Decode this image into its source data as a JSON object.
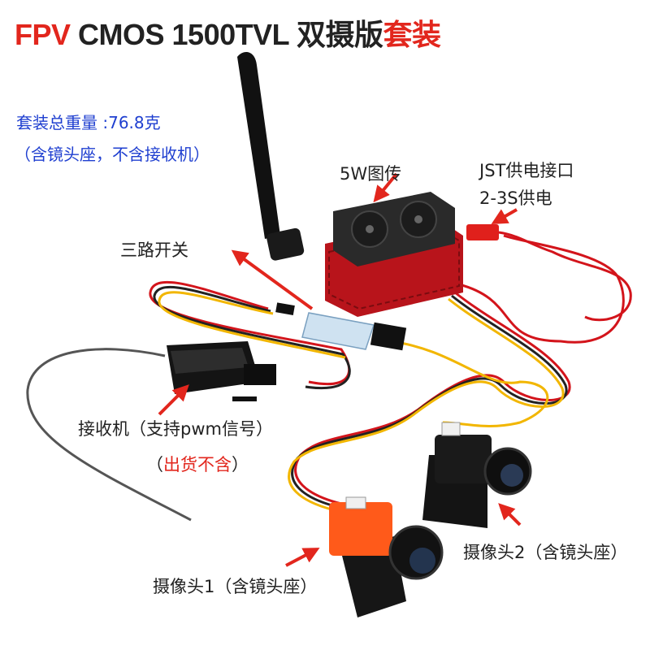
{
  "title": {
    "fpv": "FPV",
    "model": "CMOS 1500TVL 双摄版",
    "suffix": "套装"
  },
  "weight": {
    "line1": "套装总重量 :76.8克",
    "line2": "（含镜头座，不含接收机）"
  },
  "labels": {
    "vtx": "5W图传",
    "jst_line1": "JST供电接口",
    "jst_line2": "2-3S供电",
    "switch": "三路开关",
    "receiver": "接收机（支持pwm信号）",
    "not_included_open": "（",
    "not_included": "出货不含",
    "not_included_close": "）",
    "camera2": "摄像头2（含镜头座）",
    "camera1": "摄像头1（含镜头座）"
  },
  "colors": {
    "accent_red": "#e2261d",
    "info_blue": "#1f3fd0",
    "camera_orange": "#ff5a1a",
    "heatsink_red": "#b8141b"
  }
}
